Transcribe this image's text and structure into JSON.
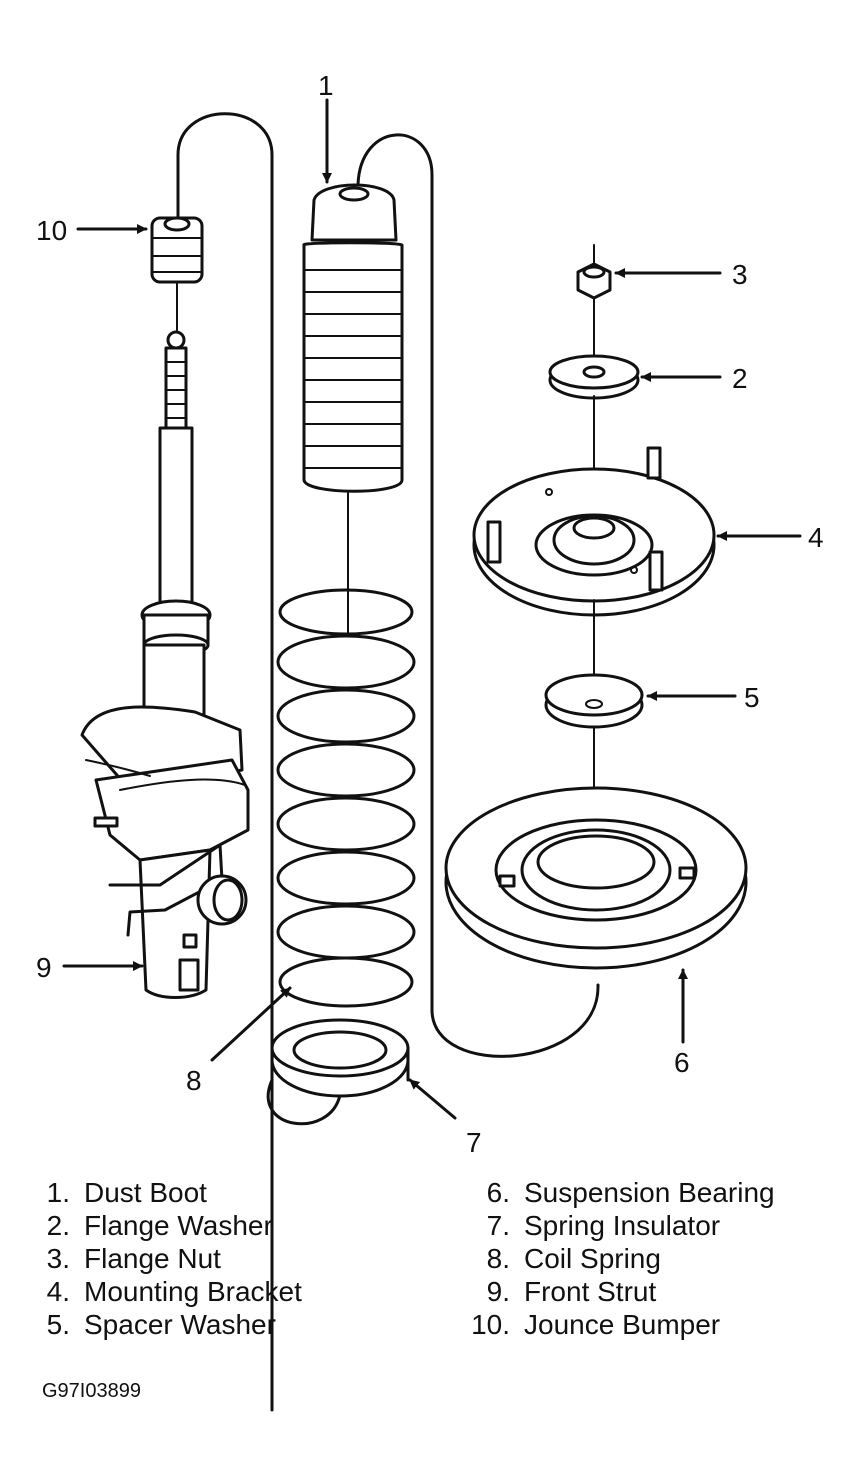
{
  "callouts": [
    "1",
    "2",
    "3",
    "4",
    "5",
    "6",
    "7",
    "8",
    "9",
    "10"
  ],
  "legend": {
    "left": [
      {
        "num": "1.",
        "label": "Dust Boot"
      },
      {
        "num": "2.",
        "label": "Flange Washer"
      },
      {
        "num": "3.",
        "label": "Flange Nut"
      },
      {
        "num": "4.",
        "label": "Mounting Bracket"
      },
      {
        "num": "5.",
        "label": "Spacer Washer"
      }
    ],
    "right": [
      {
        "num": "6.",
        "label": "Suspension Bearing"
      },
      {
        "num": "7.",
        "label": "Spring Insulator"
      },
      {
        "num": "8.",
        "label": "Coil Spring"
      },
      {
        "num": "9.",
        "label": "Front Strut"
      },
      {
        "num": "10.",
        "label": "Jounce Bumper"
      }
    ]
  },
  "figure_code": "G97I03899"
}
